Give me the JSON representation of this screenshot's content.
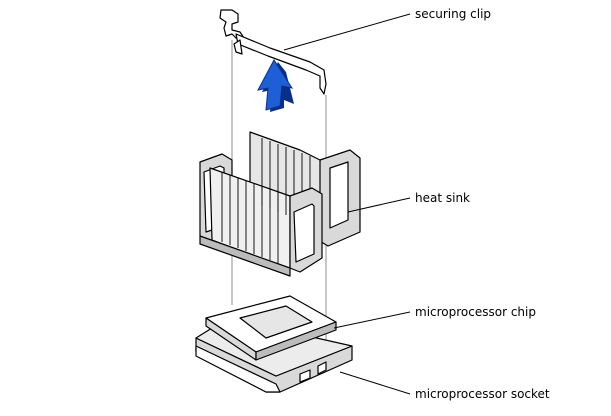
{
  "callouts": {
    "securing_clip": "securing clip",
    "heat_sink": "heat sink",
    "microprocessor_chip": "microprocessor chip",
    "microprocessor_socket": "microprocessor socket"
  },
  "colors": {
    "arrow": "#1e5fd6",
    "arrow_shadow": "#0a2f8a",
    "line": "#000000",
    "fill_light": "#ffffff",
    "fill_gray": "#d9d9d9",
    "fill_mid": "#bcbcbc"
  }
}
